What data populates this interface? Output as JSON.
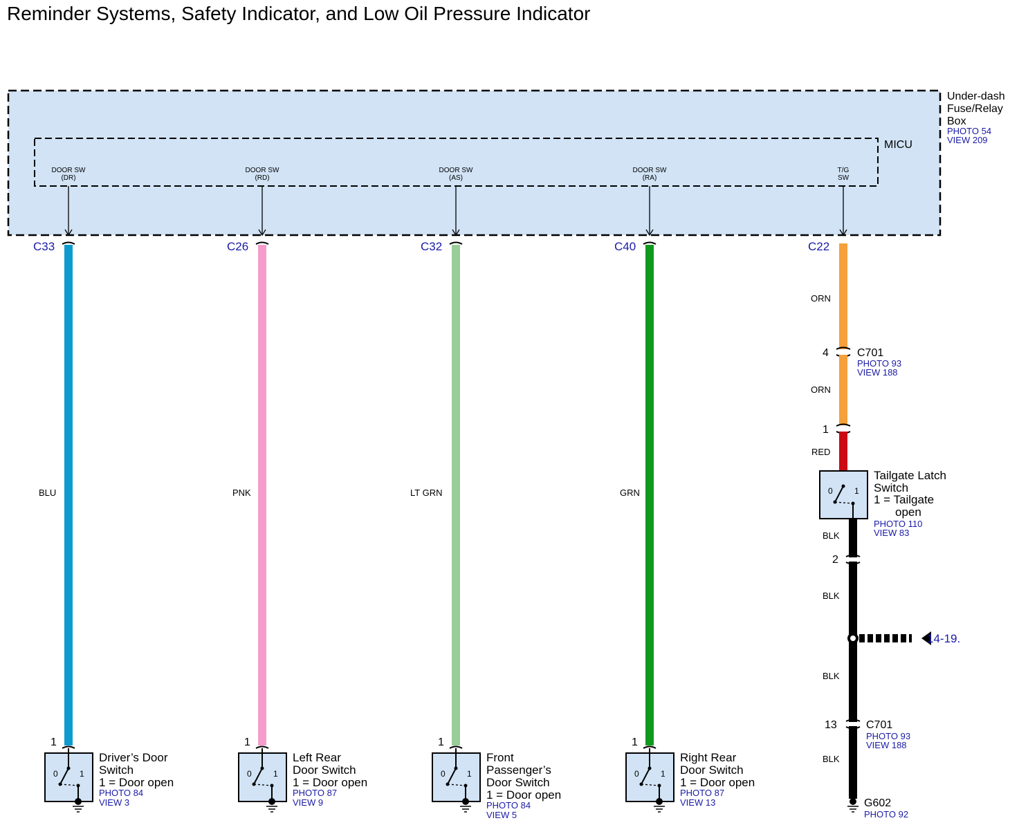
{
  "title": "Reminder Systems, Safety Indicator, and Low Oil Pressure Indicator",
  "colors": {
    "box_fill": "#d1e3f5",
    "BLU": "#0d9bd0",
    "PNK": "#f59ccd",
    "LT GRN": "#99cc99",
    "GRN": "#0f9a1e",
    "ORN": "#f5a03a",
    "RED": "#cc0a14",
    "BLK": "#000000",
    "ref_text": "#1a1aa6"
  },
  "fuse_box": {
    "label_lines": [
      "Under-dash",
      "Fuse/Relay",
      "Box"
    ],
    "photo": "PHOTO 54",
    "view": "VIEW 209"
  },
  "micu": {
    "label": "MICU"
  },
  "circuits": [
    {
      "pin_name": [
        "DOOR SW",
        "(DR)"
      ],
      "connector": "C33",
      "wire_color": "BLU",
      "pin_bottom": "1",
      "switch": {
        "lines": [
          "Driver’s Door",
          "Switch",
          "1 = Door open"
        ],
        "refs": [
          "PHOTO 84",
          "VIEW 3"
        ],
        "pos0": "0",
        "pos1": "1"
      }
    },
    {
      "pin_name": [
        "DOOR SW",
        "(RD)"
      ],
      "connector": "C26",
      "wire_color": "PNK",
      "pin_bottom": "1",
      "switch": {
        "lines": [
          "Left Rear",
          "Door Switch",
          "1 = Door open"
        ],
        "refs": [
          "PHOTO 87",
          "VIEW 9"
        ],
        "pos0": "0",
        "pos1": "1"
      }
    },
    {
      "pin_name": [
        "DOOR SW",
        "(AS)"
      ],
      "connector": "C32",
      "wire_color": "LT GRN",
      "pin_bottom": "1",
      "switch": {
        "lines": [
          "Front",
          "Passenger’s",
          "Door Switch",
          "1 = Door open"
        ],
        "refs": [
          "PHOTO 84",
          "VIEW 5"
        ],
        "pos0": "0",
        "pos1": "1"
      }
    },
    {
      "pin_name": [
        "DOOR SW",
        "(RA)"
      ],
      "connector": "C40",
      "wire_color": "GRN",
      "pin_bottom": "1",
      "switch": {
        "lines": [
          "Right Rear",
          "Door Switch",
          "1 = Door open"
        ],
        "refs": [
          "PHOTO 87",
          "VIEW 13"
        ],
        "pos0": "0",
        "pos1": "1"
      }
    }
  ],
  "tailgate": {
    "pin_name": [
      "T/G",
      "SW"
    ],
    "connector": "C22",
    "wires": {
      "orn_upper": "ORN",
      "orn_lower": "ORN",
      "red": "RED",
      "blk1": "BLK",
      "blk2": "BLK",
      "blk3": "BLK",
      "blk4": "BLK"
    },
    "c701_top": {
      "pin": "4",
      "name": "C701",
      "refs": [
        "PHOTO 93",
        "VIEW 188"
      ],
      "pin_below": "1"
    },
    "switch": {
      "lines": [
        "Tailgate Latch",
        "Switch",
        "1 = Tailgate",
        "open"
      ],
      "refs": [
        "PHOTO 110",
        "VIEW 83"
      ],
      "pos0": "0",
      "pos1": "1"
    },
    "switch_pin_below": "2",
    "splice_ref": "14-19.",
    "c701_bottom": {
      "pin": "13",
      "name": "C701",
      "refs": [
        "PHOTO 93",
        "VIEW 188"
      ]
    },
    "ground": {
      "name": "G602",
      "ref": "PHOTO 92"
    }
  }
}
